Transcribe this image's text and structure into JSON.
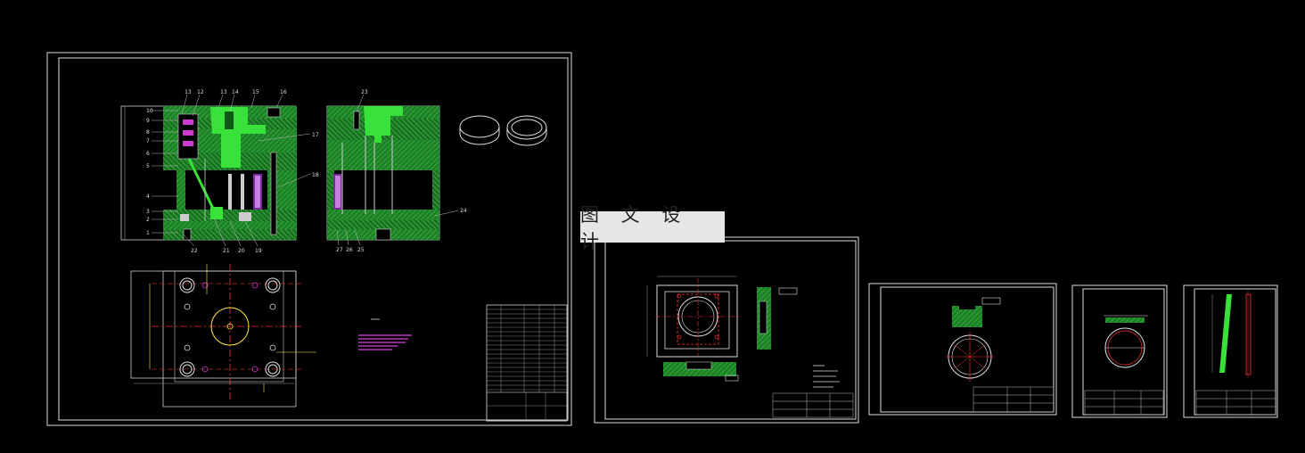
{
  "watermark": {
    "text": "图 文 设 计"
  },
  "sheets": [
    {
      "id": "assembly",
      "part_labels_top": [
        "13",
        "12",
        "13",
        "14",
        "15",
        "16"
      ],
      "part_labels_left": [
        "10",
        "9",
        "8",
        "7",
        "6",
        "5",
        "4",
        "3",
        "2",
        "1"
      ],
      "part_labels_bottom": [
        "22",
        "21",
        "20",
        "19"
      ],
      "part_labels_right": [
        "17",
        "18"
      ],
      "side_labels_top": [
        "23"
      ],
      "side_labels_bottom": [
        "27",
        "26",
        "25"
      ],
      "side_labels_right": [
        "24"
      ]
    },
    {
      "id": "part-cavity-plate"
    },
    {
      "id": "part-disc"
    },
    {
      "id": "part-ring"
    },
    {
      "id": "part-pin"
    }
  ],
  "colors": {
    "background": "#000000",
    "frame": "#ffffff",
    "section_green": "#1f8a2a",
    "section_bright": "#36e036",
    "center_line": "#ff3030",
    "dimension": "#ffff30",
    "annotation": "#ff30ff",
    "watermark_bg": "#e6e6e6"
  }
}
